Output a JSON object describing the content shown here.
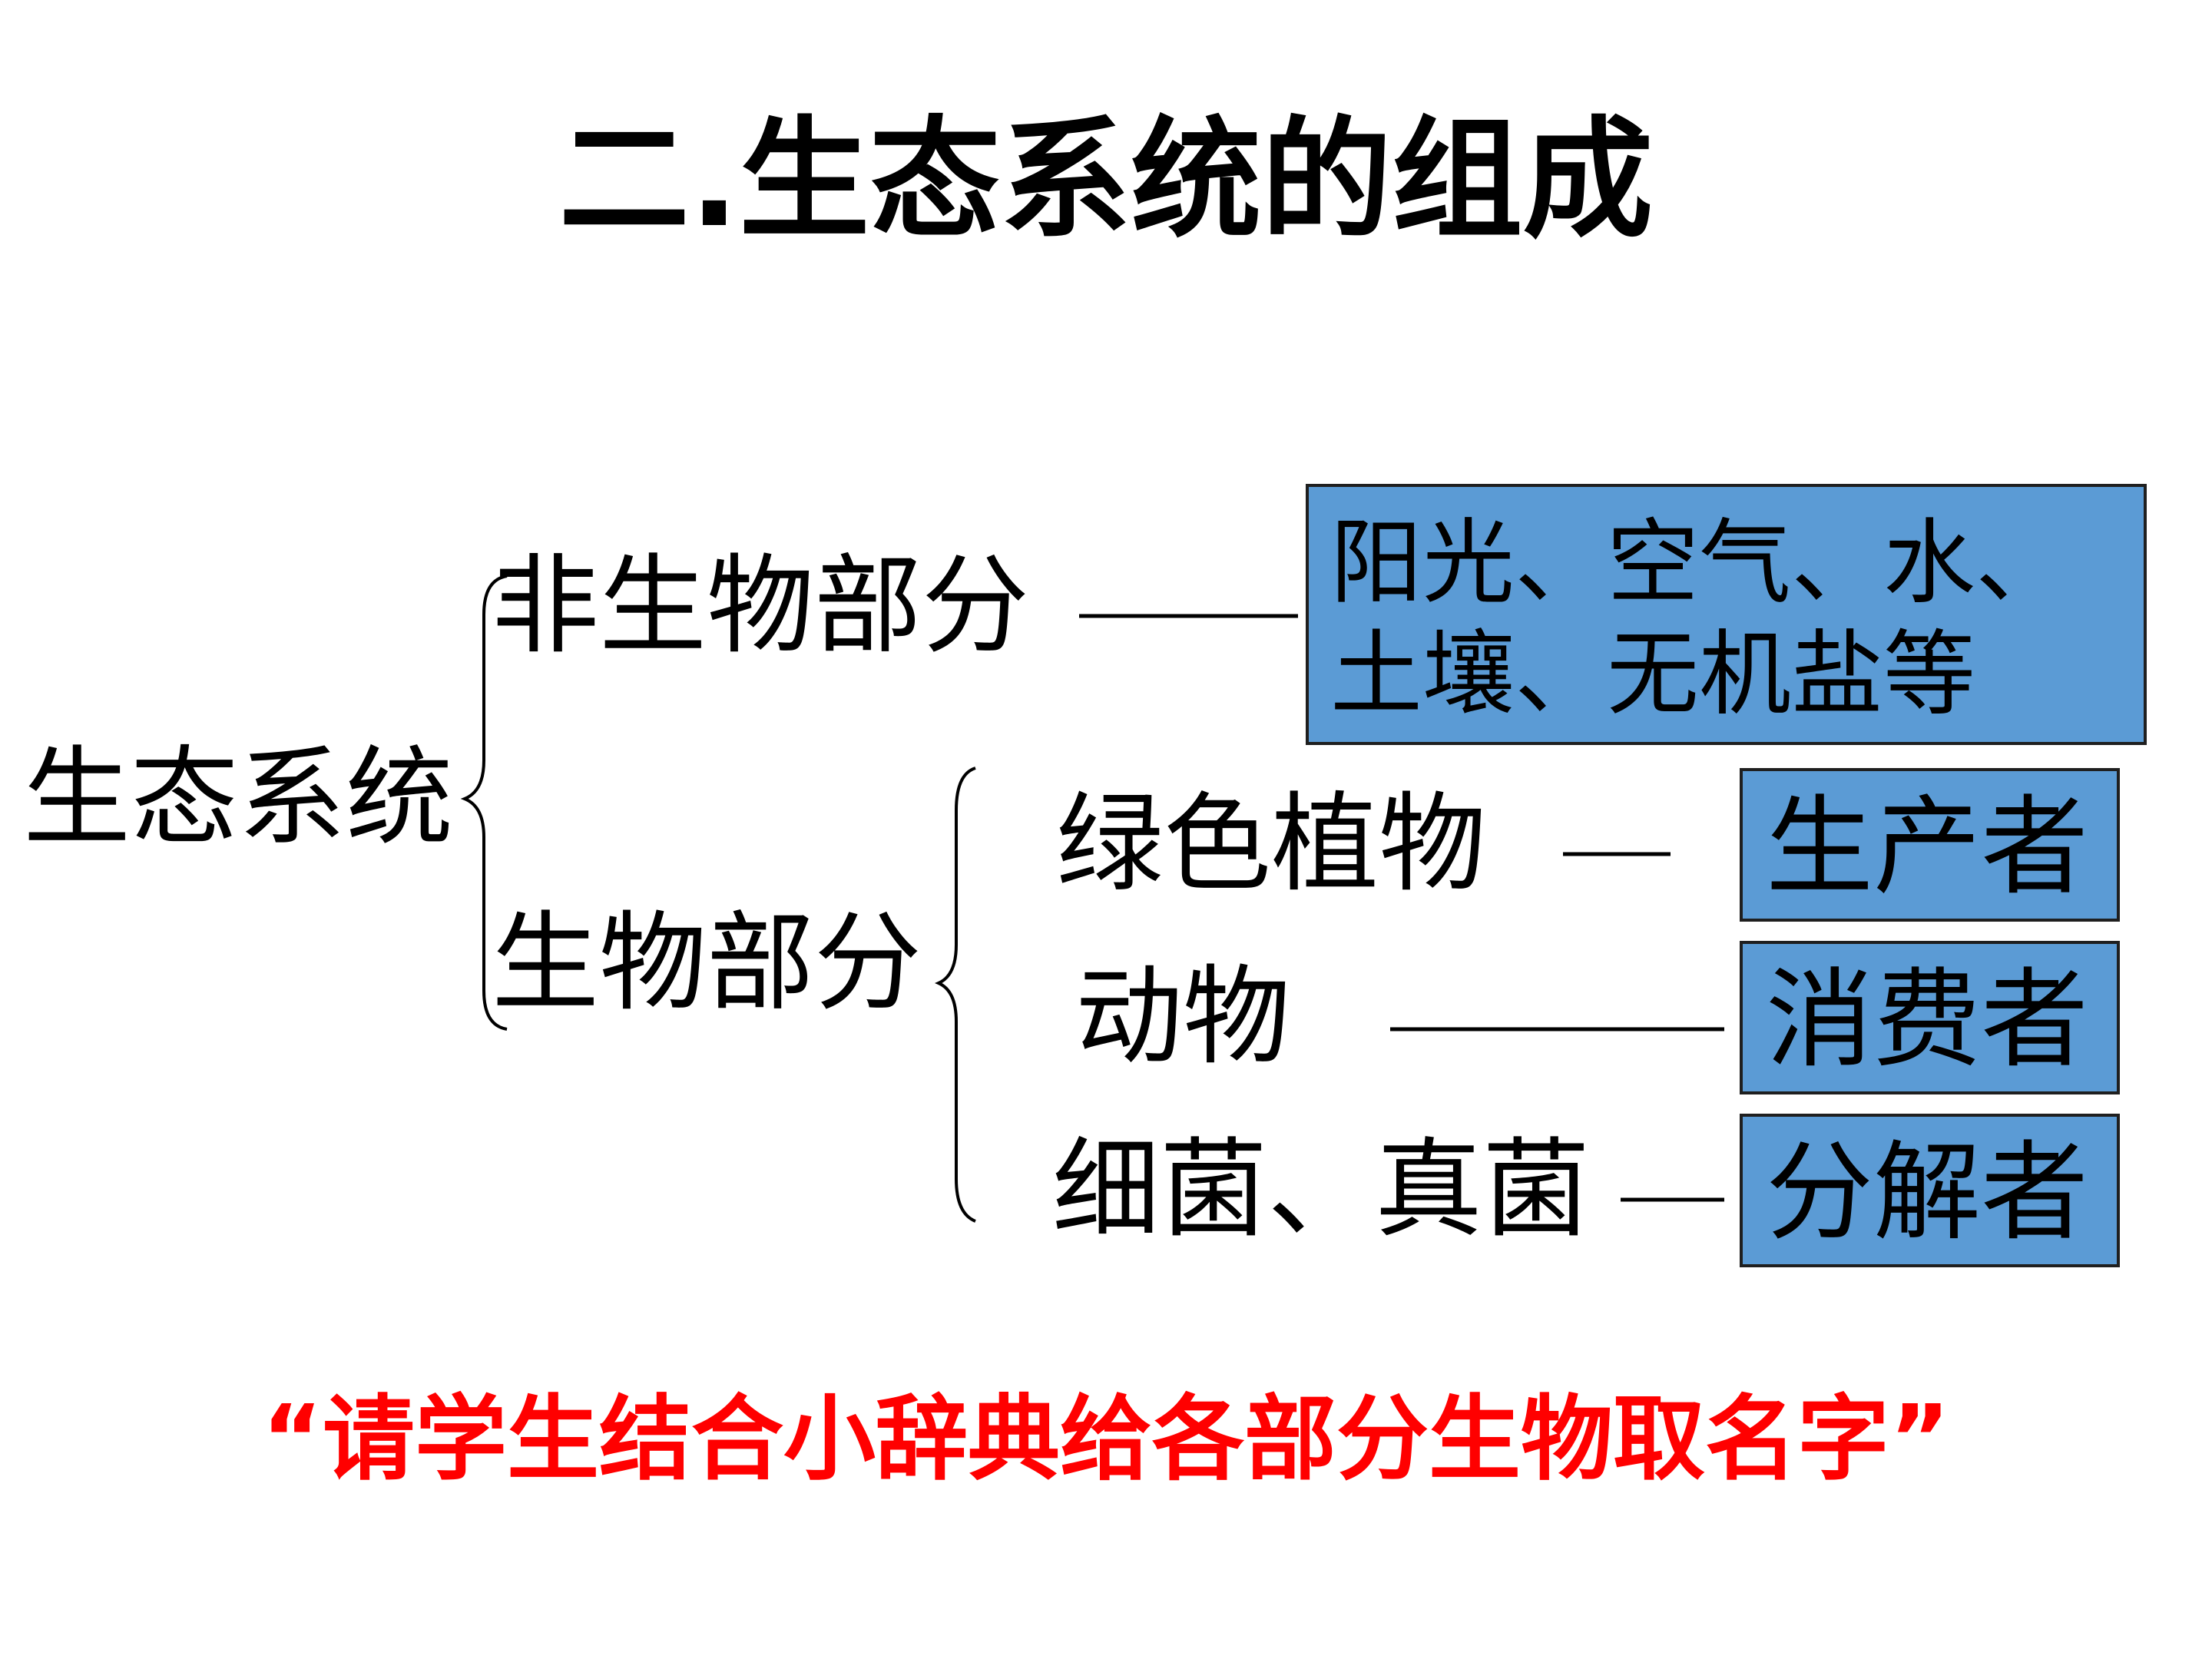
{
  "title": "二.生态系统的组成",
  "root": {
    "label": "生态系统"
  },
  "abiotic": {
    "label": "非生物部分",
    "connector": "———",
    "detail_lines": [
      "阳光、空气、水、",
      "土壤、无机盐等"
    ]
  },
  "biotic": {
    "label": "生物部分",
    "items": [
      {
        "label": "绿色植物",
        "connector": "—",
        "role": "生产者"
      },
      {
        "label": "动物",
        "connector": "————",
        "role": "消费者"
      },
      {
        "label": "细菌、真菌",
        "connector": "—",
        "role": "分解者"
      }
    ]
  },
  "prompt": "“请学生结合小辞典给各部分生物取名字”",
  "colors": {
    "box_fill": "#5b9bd5",
    "box_border": "#1f1f1f",
    "prompt_text": "#ff0000",
    "text": "#000000"
  }
}
